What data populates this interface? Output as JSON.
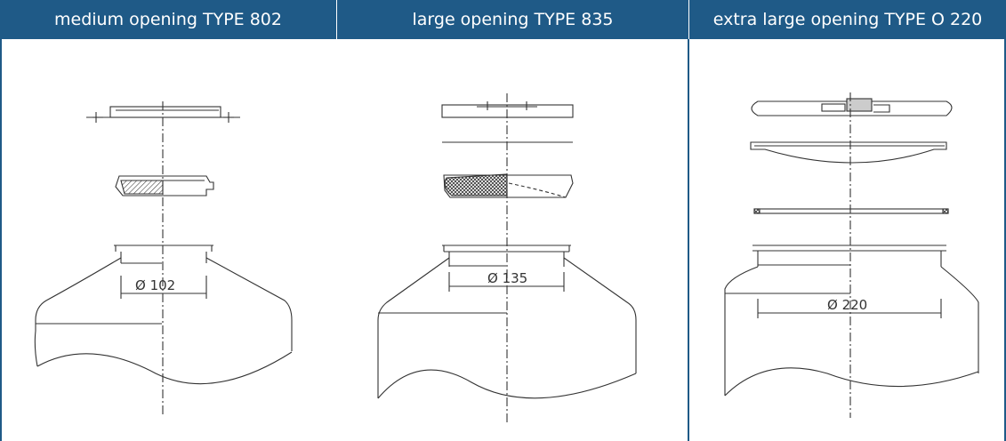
{
  "columns": [
    {
      "title": "medium opening TYPE 802",
      "diameter": "Ø 102"
    },
    {
      "title": "large opening TYPE 835",
      "diameter": "Ø 135"
    },
    {
      "title": "extra large opening TYPE O 220",
      "diameter": "Ø 220"
    }
  ],
  "colors": {
    "header_bg": "#1f5a87",
    "header_text": "#ffffff",
    "line": "#333333",
    "frame": "#1f5a87"
  }
}
